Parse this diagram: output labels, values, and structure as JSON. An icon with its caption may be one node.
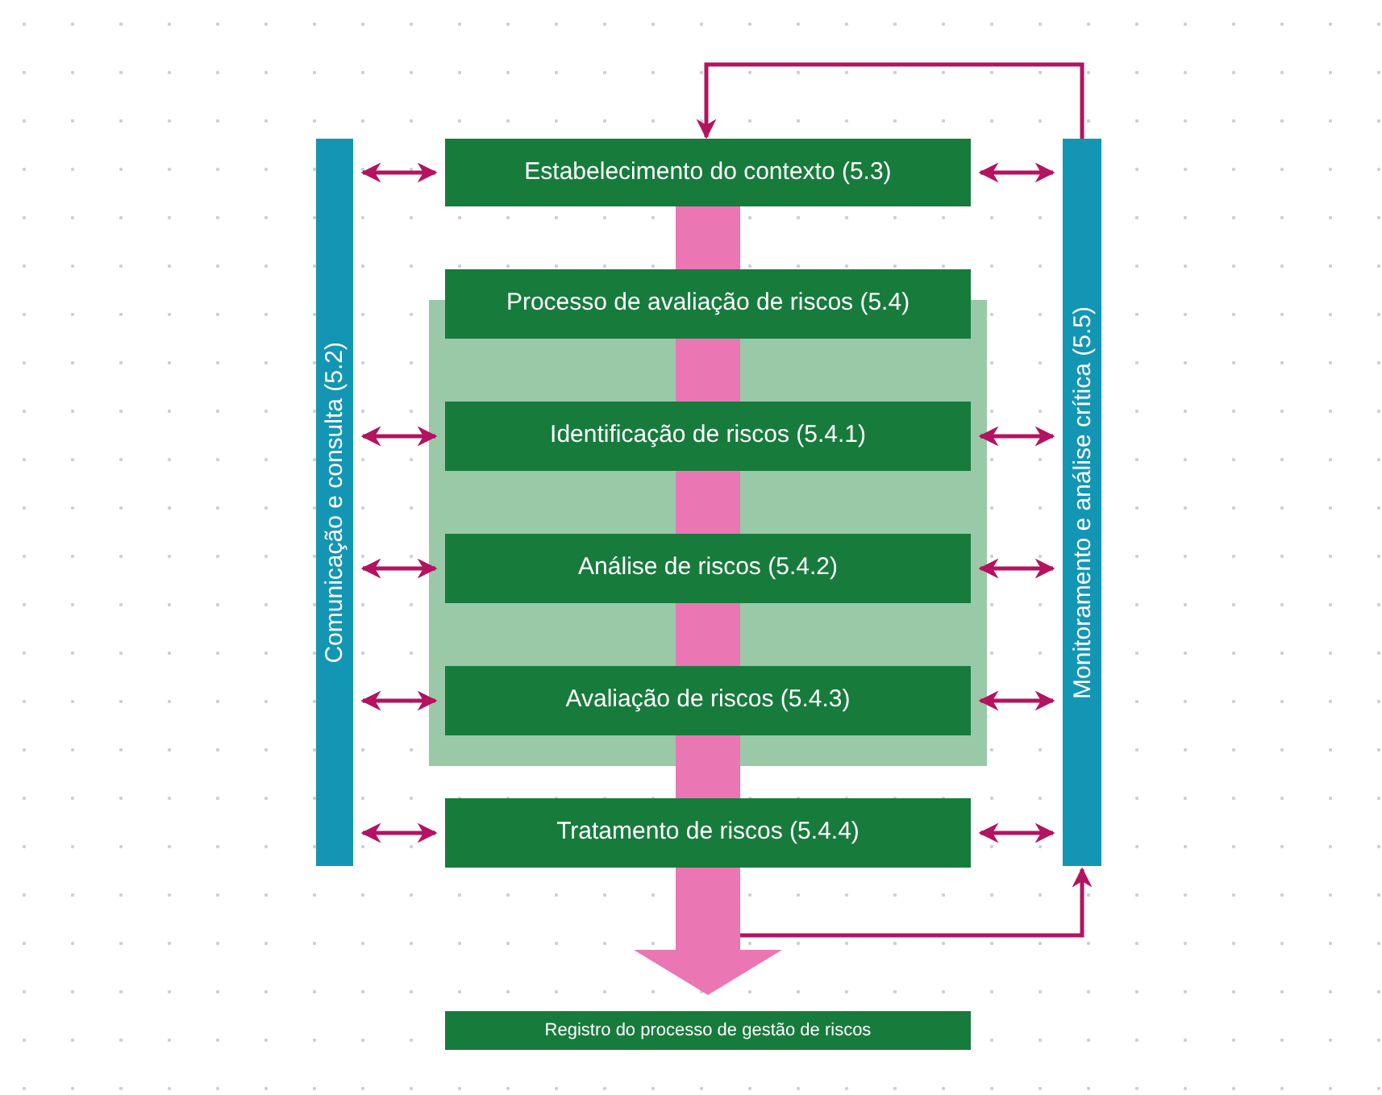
{
  "diagram": {
    "nodes": [
      {
        "text": [
          "Comunicação e consulta (5.2)"
        ]
      },
      {
        "text": [
          "Monitoramento e análise crítica (5.5)"
        ]
      },
      {
        "text": [
          "Estabelecimento do contexto (5.3)"
        ]
      },
      {
        "text": [],
        "shape": "box"
      },
      {
        "text": [
          "Processo de avaliação de riscos (5.4)"
        ]
      },
      {
        "text": [
          "Identificação de riscos (5.4.1)"
        ],
        "in": 3
      },
      {
        "text": [
          "Análise de riscos (5.4.2)"
        ],
        "in": 3
      },
      {
        "text": [
          "Avaliação de riscos (5.4.3)"
        ],
        "in": 3
      },
      {
        "text": [
          "Tratamento de riscos (5.4.4)"
        ]
      },
      {
        "text": [
          "Registro do processo de gestão de riscos"
        ]
      }
    ],
    "edges": [
      {
        "from": 2,
        "to": 4,
        "arrow": "none",
        "style": "thick",
        "color": "#ea76b3"
      },
      {
        "from": 4,
        "to": 5,
        "arrow": "none",
        "style": "thick",
        "color": "#ea76b3"
      },
      {
        "from": 5,
        "to": 6,
        "arrow": "none",
        "style": "thick",
        "color": "#ea76b3"
      },
      {
        "from": 6,
        "to": 7,
        "arrow": "none",
        "style": "thick",
        "color": "#ea76b3"
      },
      {
        "from": 7,
        "to": 8,
        "arrow": "none",
        "style": "thick",
        "color": "#ea76b3"
      },
      {
        "from": 8,
        "to": 9,
        "arrow": "to",
        "style": "thick",
        "color": "#ea76b3"
      },
      {
        "from": 0,
        "to": 2,
        "arrow": "both"
      },
      {
        "from": 0,
        "to": 5,
        "arrow": "both"
      },
      {
        "from": 0,
        "to": 6,
        "arrow": "both"
      },
      {
        "from": 0,
        "to": 7,
        "arrow": "both"
      },
      {
        "from": 0,
        "to": 8,
        "arrow": "both"
      },
      {
        "from": 2,
        "to": 1,
        "arrow": "both"
      },
      {
        "from": 5,
        "to": 1,
        "arrow": "both"
      },
      {
        "from": 6,
        "to": 1,
        "arrow": "both"
      },
      {
        "from": 7,
        "to": 1,
        "arrow": "both"
      },
      {
        "from": 8,
        "to": 1,
        "arrow": "both"
      },
      {
        "from": 1,
        "to": 2,
        "arrow": "to"
      },
      {
        "from": 8,
        "to": 1,
        "arrow": "to"
      }
    ]
  }
}
